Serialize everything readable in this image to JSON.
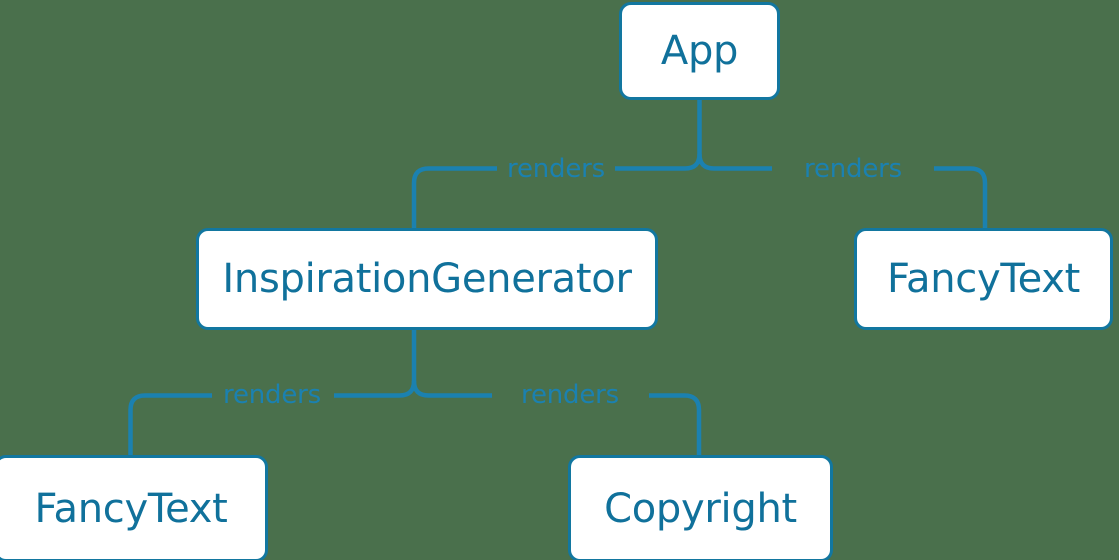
{
  "diagram": {
    "type": "component-tree",
    "background_color": "#4a704c",
    "node_fill_color": "#ffffff",
    "node_border_color": "#1277a0",
    "node_text_color": "#10719b",
    "edge_color": "#1b81b0",
    "edge_label_color": "#1b81b0",
    "nodes": [
      {
        "id": "app",
        "label": "App"
      },
      {
        "id": "inspiration-generator",
        "label": "InspirationGenerator"
      },
      {
        "id": "fancytext-right",
        "label": "FancyText"
      },
      {
        "id": "fancytext-left",
        "label": "FancyText"
      },
      {
        "id": "copyright",
        "label": "Copyright"
      }
    ],
    "edges": [
      {
        "from": "app",
        "to": "inspiration-generator",
        "label": "renders"
      },
      {
        "from": "app",
        "to": "fancytext-right",
        "label": "renders"
      },
      {
        "from": "inspiration-generator",
        "to": "fancytext-left",
        "label": "renders"
      },
      {
        "from": "inspiration-generator",
        "to": "copyright",
        "label": "renders"
      }
    ]
  }
}
